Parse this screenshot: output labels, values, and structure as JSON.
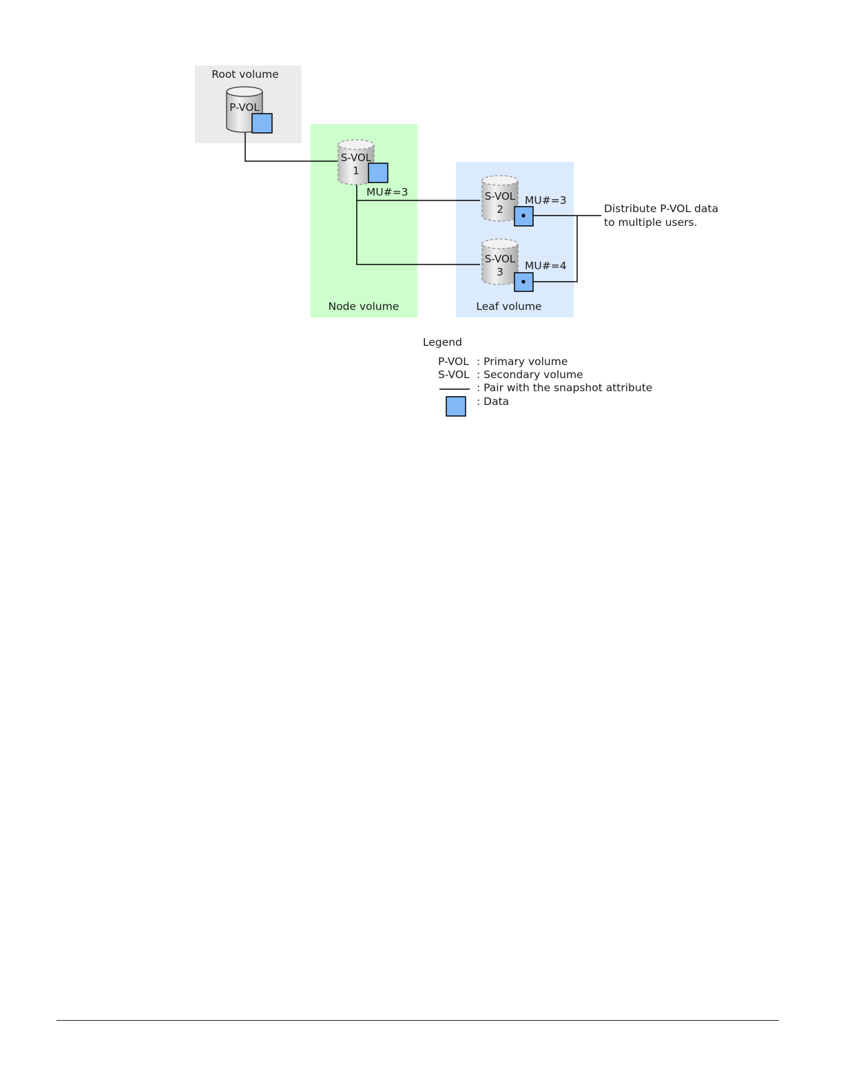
{
  "diagram": {
    "regions": {
      "root": {
        "label": "Root volume",
        "color": "#ebebeb"
      },
      "node": {
        "label": "Node volume",
        "color": "#ccffcc"
      },
      "leaf": {
        "label": "Leaf volume",
        "color": "#dbeafc"
      }
    },
    "volumes": {
      "pvol": {
        "line1": "P-VOL",
        "line2": ""
      },
      "svol1": {
        "line1": "S-VOL",
        "line2": "1"
      },
      "svol2": {
        "line1": "S-VOL",
        "line2": "2"
      },
      "svol3": {
        "line1": "S-VOL",
        "line2": "3"
      }
    },
    "mu_labels": {
      "svol1": "MU#=3",
      "svol2": "MU#=3",
      "svol3": "MU#=4"
    },
    "annotation": {
      "line1": "Distribute P-VOL data",
      "line2": "to multiple users."
    },
    "data_block_color": "#80b8f8",
    "cylinder_color": "#dedede"
  },
  "legend": {
    "title": "Legend",
    "items": [
      {
        "term": "P-VOL",
        "description": ": Primary volume"
      },
      {
        "term": "S-VOL",
        "description": ": Secondary volume"
      },
      {
        "term": "",
        "description": ": Pair with the snapshot attribute"
      },
      {
        "term": "",
        "description": ": Data"
      }
    ]
  }
}
